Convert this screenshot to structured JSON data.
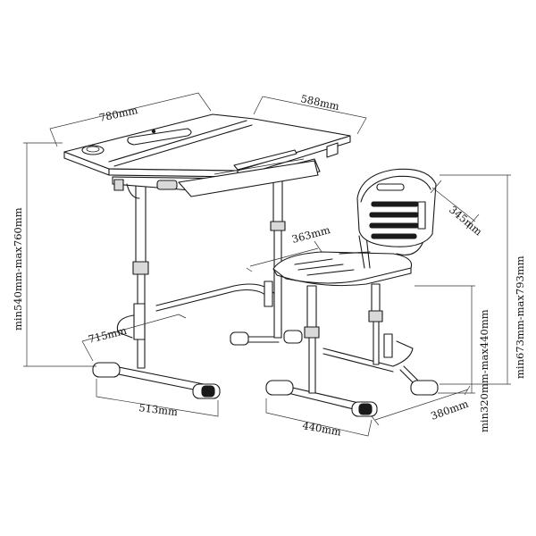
{
  "labels": {
    "desk_width": "780mm",
    "desk_depth": "588mm",
    "desk_height": "min540mm-max760mm",
    "leg_depth": "715mm",
    "base_width": "513mm",
    "seat_depth": "363mm",
    "back_width": "345mm",
    "chair_height": "min673mm-max793mm",
    "seat_height": "min320mm-max440mm",
    "chair_base_width": "440mm",
    "chair_base_depth": "380mm"
  }
}
